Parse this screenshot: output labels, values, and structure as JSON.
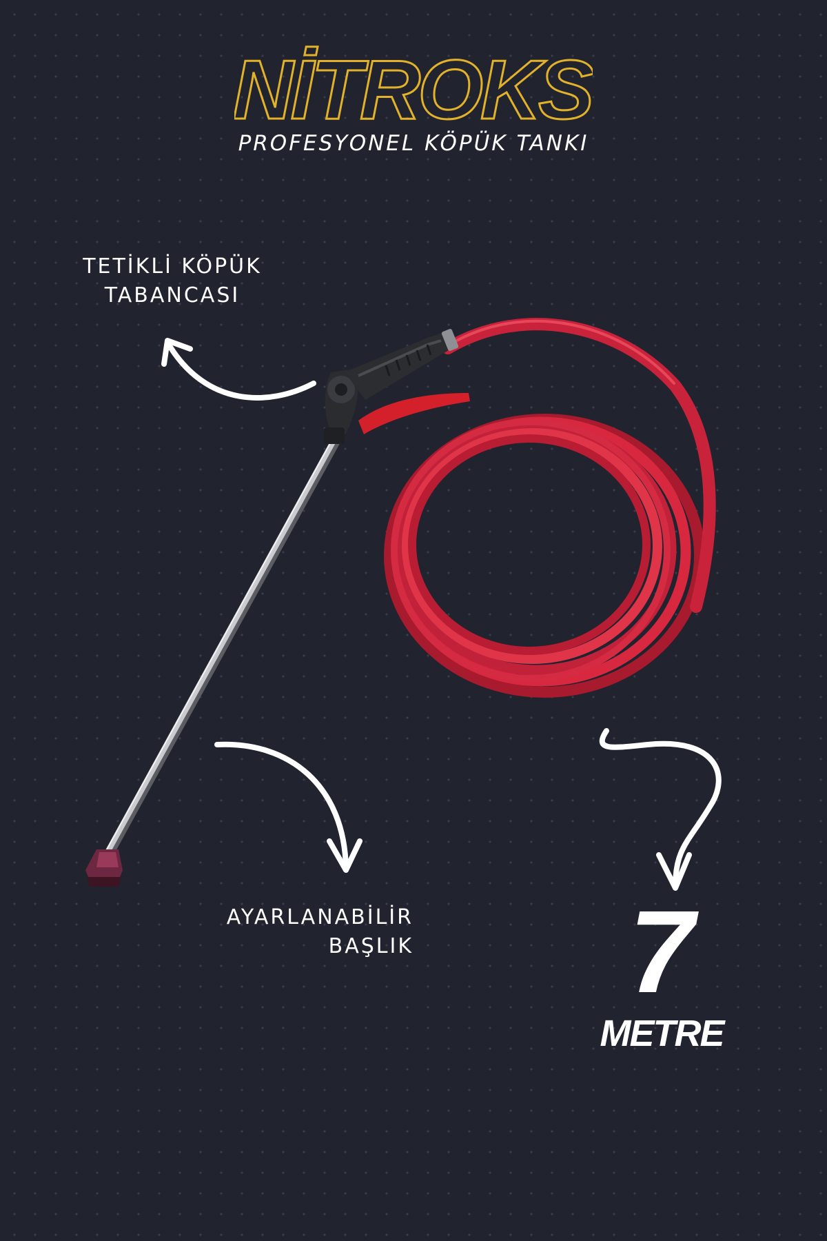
{
  "brand": {
    "name": "NİTROKS",
    "subtitle": "PROFESYONEL KÖPÜK TANKI"
  },
  "labels": {
    "trigger_gun": [
      "TETİKLİ KÖPÜK",
      "TABANCASI"
    ],
    "adjustable_nozzle": [
      "AYARLANABİLİR",
      "BAŞLIK"
    ]
  },
  "hose_length": {
    "value": "7",
    "unit": "METRE"
  },
  "colors": {
    "background": "#21232f",
    "logo_outline": "#e2b22a",
    "hose": "#d8283f",
    "trigger": "#d4202a",
    "handle": "#2b2d30",
    "text": "#ffffff"
  }
}
